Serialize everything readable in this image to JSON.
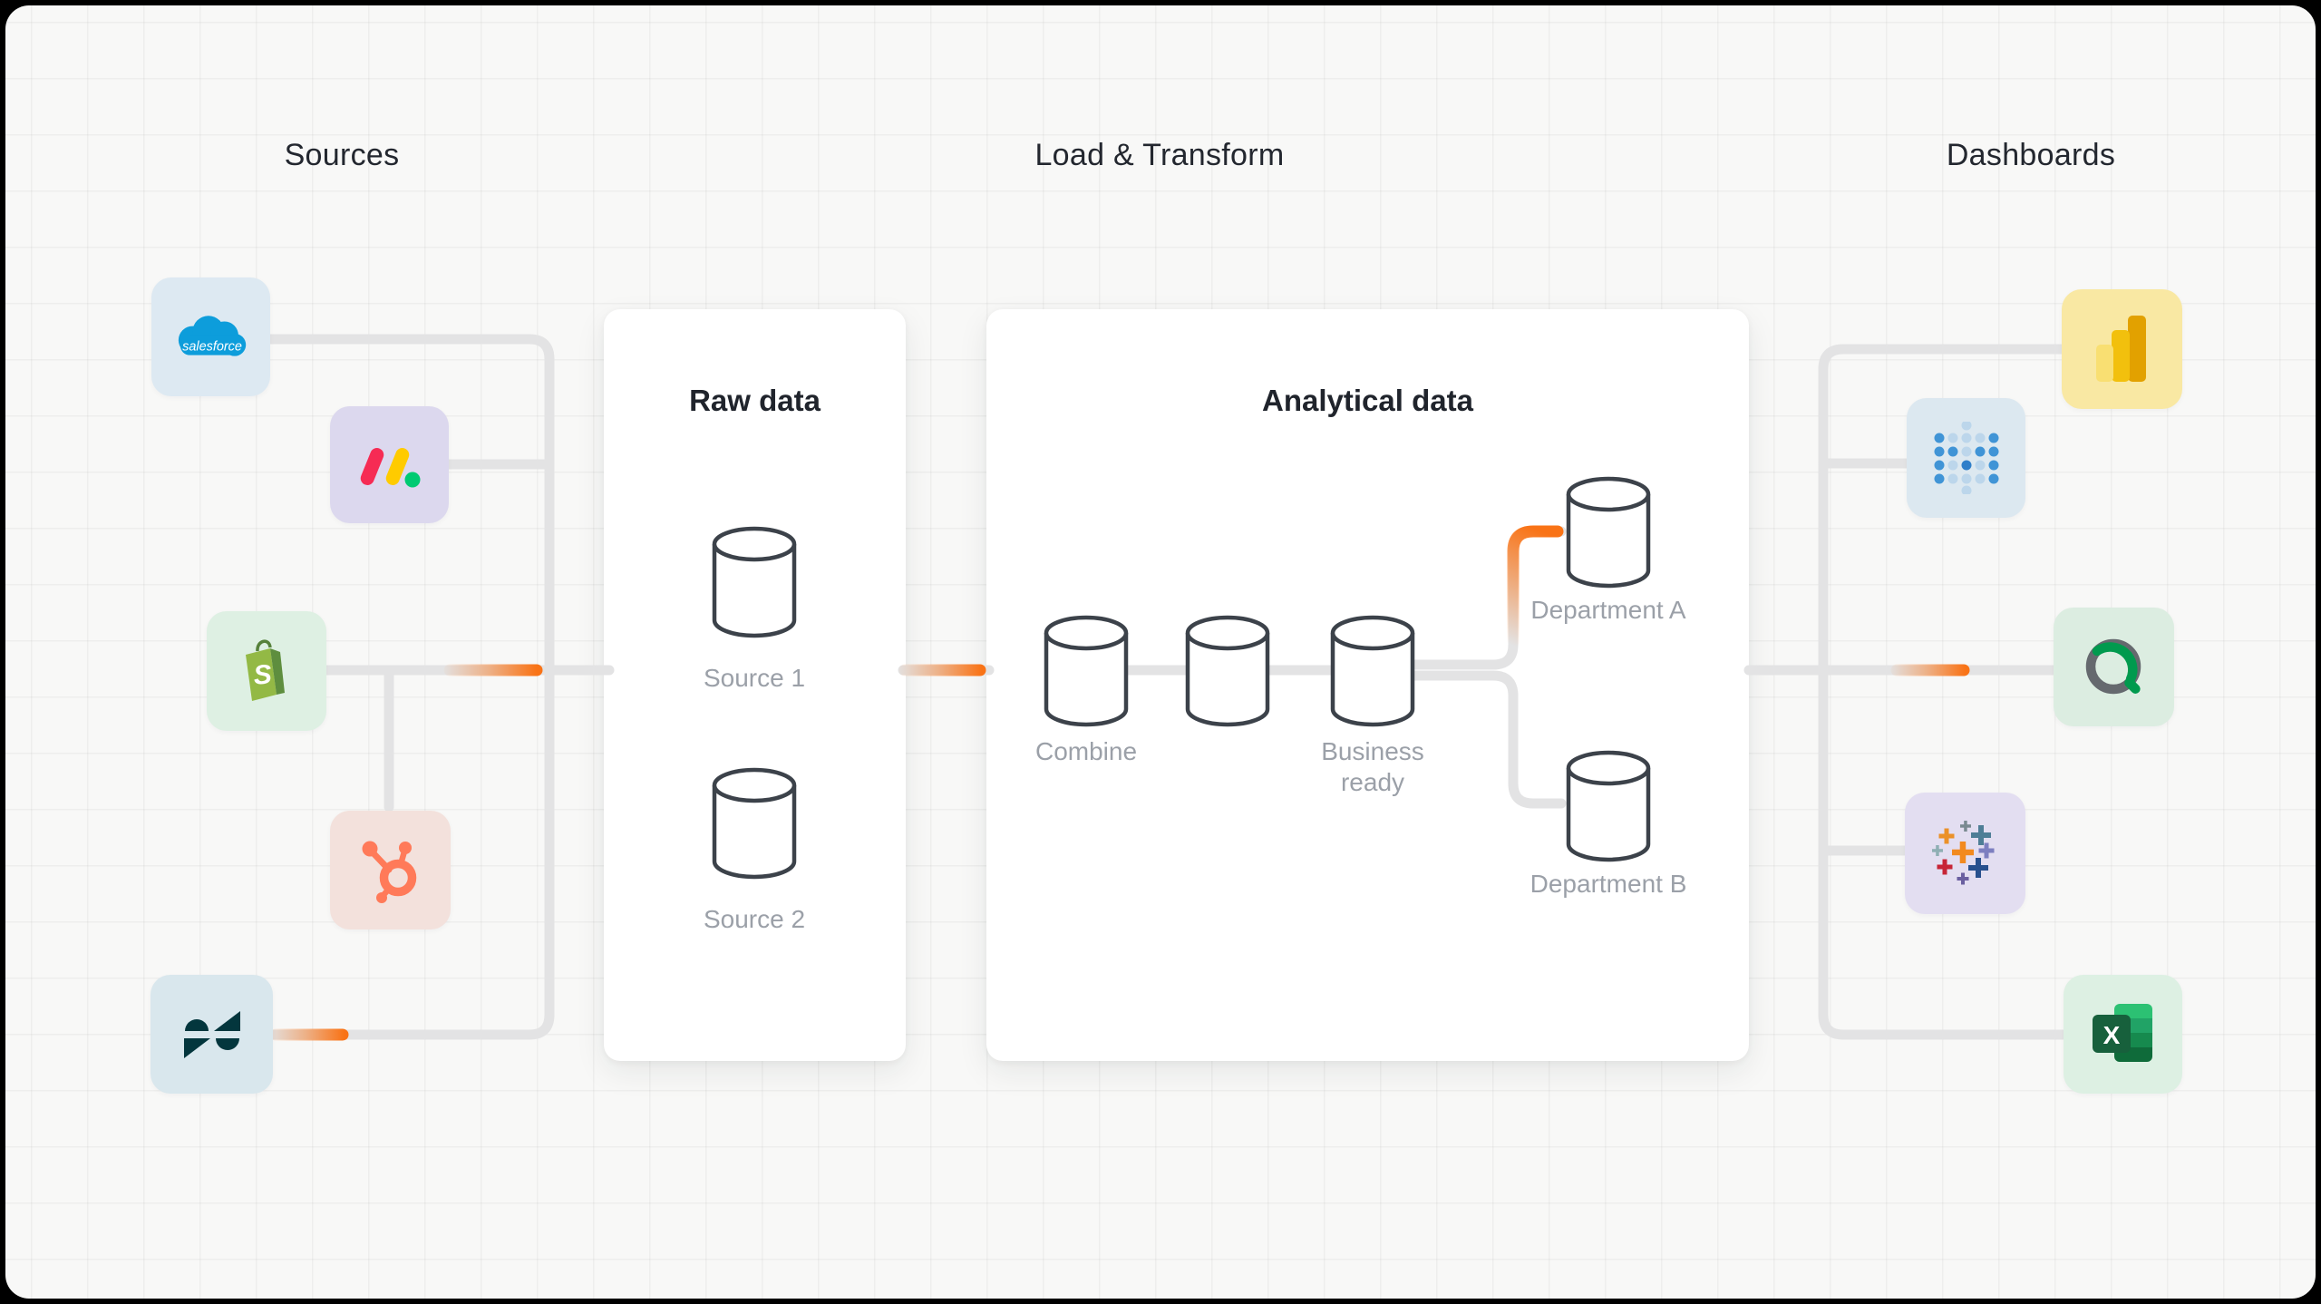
{
  "frame": {
    "bg": "#000000",
    "canvas_bg": "#F8F8F7"
  },
  "theme": {
    "accent_orange": "#F97316",
    "wire_gray": "#E3E3E4",
    "ink": "#23272F",
    "muted_label": "#9BA0A8",
    "panel_bg": "#FFFFFF",
    "grid_line": "rgba(60,60,60,0.05)",
    "cylinder_stroke": "#3C424A"
  },
  "columns": [
    {
      "label": "Sources"
    },
    {
      "label": "Load & Transform"
    },
    {
      "label": "Dashboards"
    }
  ],
  "sources": [
    {
      "name": "Salesforce",
      "icon": "salesforce-cloud-icon",
      "tile_color": "#DDE9F2",
      "logo_text": "salesforce",
      "logo_color": "#0D9DDB"
    },
    {
      "name": "monday.com",
      "icon": "monday-logo-icon",
      "tile_color": "#DCD8EE",
      "logo_colors": {
        "red": "#F62B54",
        "yellow": "#FFCB00",
        "green": "#00CA72"
      }
    },
    {
      "name": "Shopify",
      "icon": "shopify-bag-icon",
      "tile_color": "#DEF0E3",
      "logo_letter": "S",
      "logo_colors": {
        "bag": "#93B945",
        "side": "#5E8E3E"
      }
    },
    {
      "name": "HubSpot",
      "icon": "hubspot-sprocket-icon",
      "tile_color": "#F3E1DC",
      "logo_color": "#FF7A59"
    },
    {
      "name": "Zendesk",
      "icon": "zendesk-logo-icon",
      "tile_color": "#D9E7ED",
      "logo_color": "#03363D"
    }
  ],
  "pipeline": {
    "raw_panel": {
      "title": "Raw data",
      "nodes": [
        {
          "label": "Source 1"
        },
        {
          "label": "Source 2"
        }
      ]
    },
    "analytical_panel": {
      "title": "Analytical data",
      "nodes": [
        {
          "label": "Combine"
        },
        {
          "label": ""
        },
        {
          "label": "Business ready"
        },
        {
          "label": "Department A"
        },
        {
          "label": "Department B"
        }
      ]
    }
  },
  "dashboards": [
    {
      "name": "Power BI",
      "icon": "power-bi-bars-icon",
      "tile_color": "#F9E8A3",
      "logo_colors": {
        "dark": "#E2A100",
        "mid": "#F2C00D",
        "light": "#F9DF72"
      }
    },
    {
      "name": "Metabase",
      "icon": "metabase-dots-icon",
      "tile_color": "#DCE8F0",
      "logo_colors": {
        "dot": "#4094D6",
        "dot_light": "#BCD6EB"
      }
    },
    {
      "name": "Qlik",
      "icon": "qlik-q-icon",
      "tile_color": "#DCEDE1",
      "logo_colors": {
        "green": "#009A4E",
        "gray": "#65696E"
      }
    },
    {
      "name": "Tableau",
      "icon": "tableau-marks-icon",
      "tile_color": "#E3DEF1"
    },
    {
      "name": "Excel",
      "icon": "excel-icon",
      "tile_color": "#DDF0E3",
      "logo_letter": "X",
      "logo_colors": {
        "front": "#17603C",
        "bar_top": "#2CC173",
        "bar_2": "#21A366",
        "bar_3": "#168A4E",
        "bar_bottom": "#0F6B3A"
      }
    }
  ]
}
